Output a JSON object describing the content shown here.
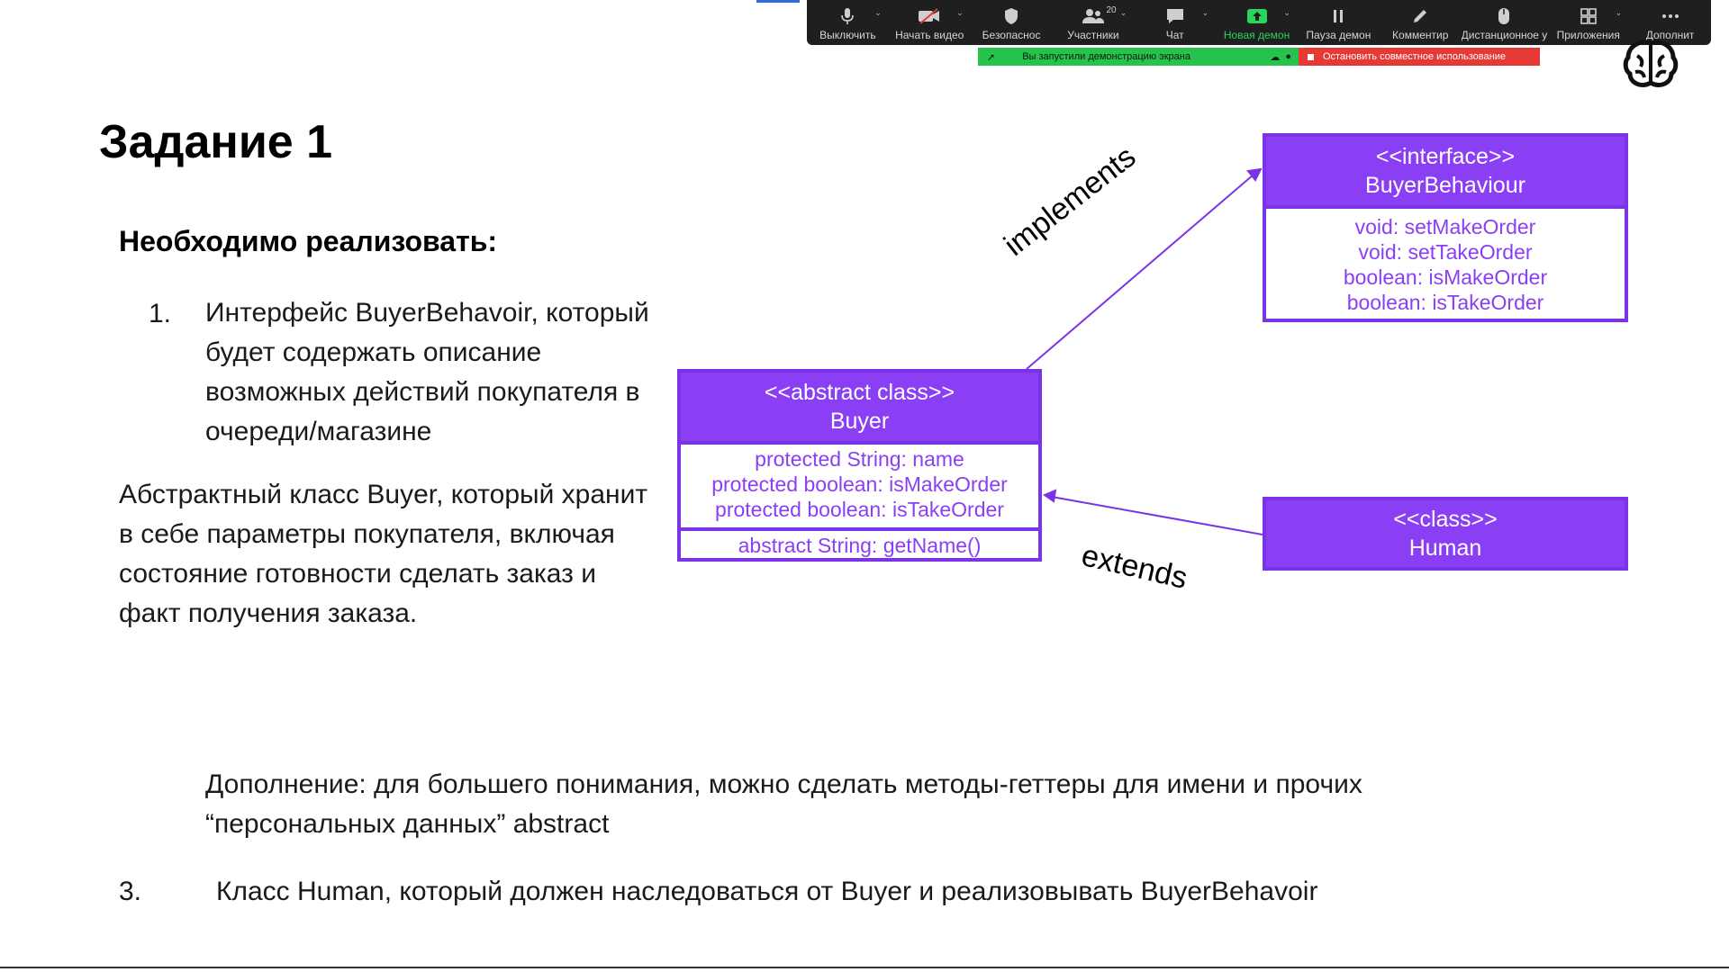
{
  "toolbar": {
    "items": [
      {
        "label": "Выключить",
        "icon": "microphone-icon"
      },
      {
        "label": "Начать видео",
        "icon": "video-off-icon"
      },
      {
        "label": "Безопаснос",
        "icon": "shield-icon"
      },
      {
        "label": "Участники",
        "icon": "participants-icon",
        "count": "20"
      },
      {
        "label": "Чат",
        "icon": "chat-icon"
      },
      {
        "label": "Новая демон",
        "icon": "share-screen-icon"
      },
      {
        "label": "Пауза демон",
        "icon": "pause-icon"
      },
      {
        "label": "Комментир",
        "icon": "annotate-icon"
      },
      {
        "label": "Дистанционное у",
        "icon": "remote-control-icon"
      },
      {
        "label": "Приложения",
        "icon": "apps-icon"
      },
      {
        "label": "Дополнит",
        "icon": "more-icon"
      }
    ],
    "share_status": "Вы запустили демонстрацию экрана",
    "stop_share": "Остановить совместное использование",
    "colors": {
      "bar": "#1f1f1f",
      "active": "#2bd45a",
      "share_green": "#27c24c",
      "stop_red": "#e53935"
    }
  },
  "slide": {
    "title": "Задание 1",
    "subtitle": "Необходимо реализовать:",
    "item1_num": "1.",
    "item1_text": "Интерфейс BuyerBehavoir, который будет содержать описание возможных действий покупателя в очереди/магазине",
    "paragraph": "Абстрактный класс Buyer, который хранит в себе параметры покупателя, включая состояние готовности сделать заказ и факт получения заказа.",
    "note": "Дополнение: для большего понимания, можно сделать методы-геттеры для имени и прочих “персональных данных” abstract",
    "item3_num": "3.",
    "item3_text": "Класс Human, который должен наследоваться от Buyer и реализовывать BuyerBehavoir"
  },
  "diagram": {
    "buyer": {
      "stereotype": "<<abstract class>>",
      "name": "Buyer",
      "fields": [
        "protected String: name",
        "protected boolean: isMakeOrder",
        "protected boolean: isTakeOrder"
      ],
      "methods": [
        "abstract String: getName()"
      ]
    },
    "interface": {
      "stereotype": "<<interface>>",
      "name": "BuyerBehaviour",
      "methods": [
        "void: setMakeOrder",
        "void: setTakeOrder",
        "boolean: isMakeOrder",
        "boolean: isTakeOrder"
      ]
    },
    "human": {
      "stereotype": "<<class>>",
      "name": "Human"
    },
    "implements_label": "implements",
    "extends_label": "extends",
    "accent": "#8a3ff5"
  }
}
